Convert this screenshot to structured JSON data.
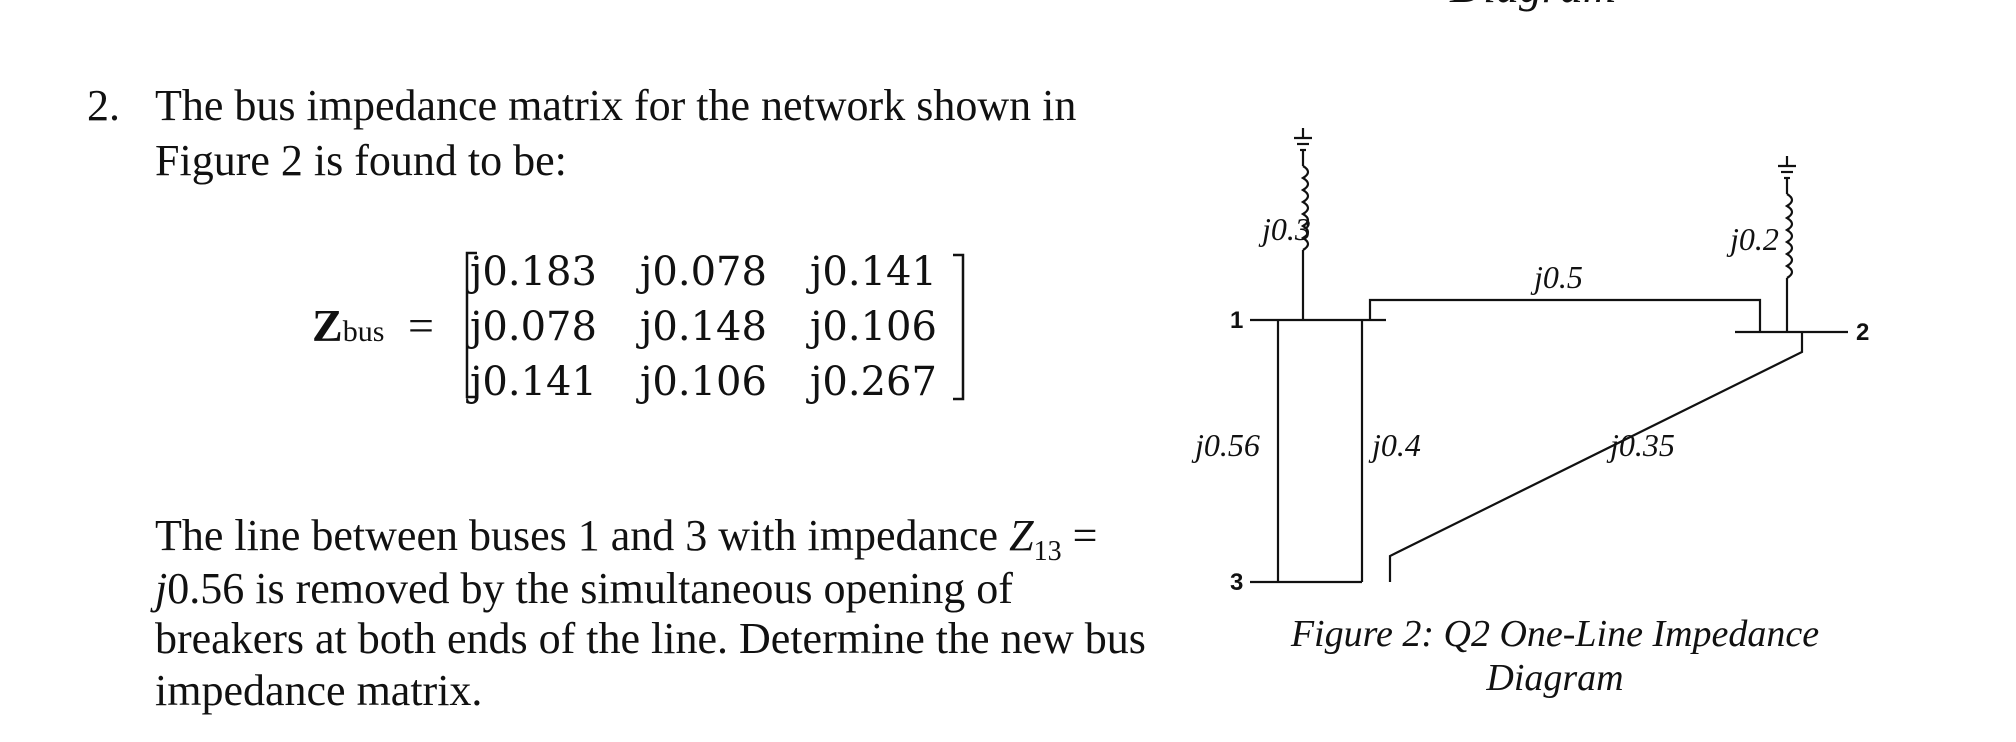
{
  "cut_off_text": "Diagram",
  "question": {
    "number": "2.",
    "line1": "The bus impedance matrix for the network shown in",
    "line2": "Figure 2 is found to be:"
  },
  "matrix": {
    "label_main": "Z",
    "label_sub": "bus",
    "equals": "=",
    "rows": [
      [
        "j0.183",
        "j0.078",
        "j0.141"
      ],
      [
        "j0.078",
        "j0.148",
        "j0.106"
      ],
      [
        "j0.141",
        "j0.106",
        "j0.267"
      ]
    ]
  },
  "paragraph": {
    "line1_text": "The line between buses 1 and 3 with impedance ",
    "line1_var": "Z",
    "line1_sub": "13",
    "line1_eq": " =",
    "line2_var": "j",
    "line2_text": "0.56 is removed by the simultaneous opening of",
    "line3": "breakers at both ends of the line. Determine the new bus",
    "line4": "impedance matrix."
  },
  "figure": {
    "bus_labels": [
      "1",
      "2",
      "3"
    ],
    "impedances": {
      "gen1": "j0.3",
      "gen2": "j0.2",
      "line12": "j0.5",
      "line13": "j0.56",
      "line_mid": "j0.4",
      "line23": "j0.35"
    },
    "caption_line1": "Figure 2: Q2 One-Line Impedance",
    "caption_line2": "Diagram"
  }
}
